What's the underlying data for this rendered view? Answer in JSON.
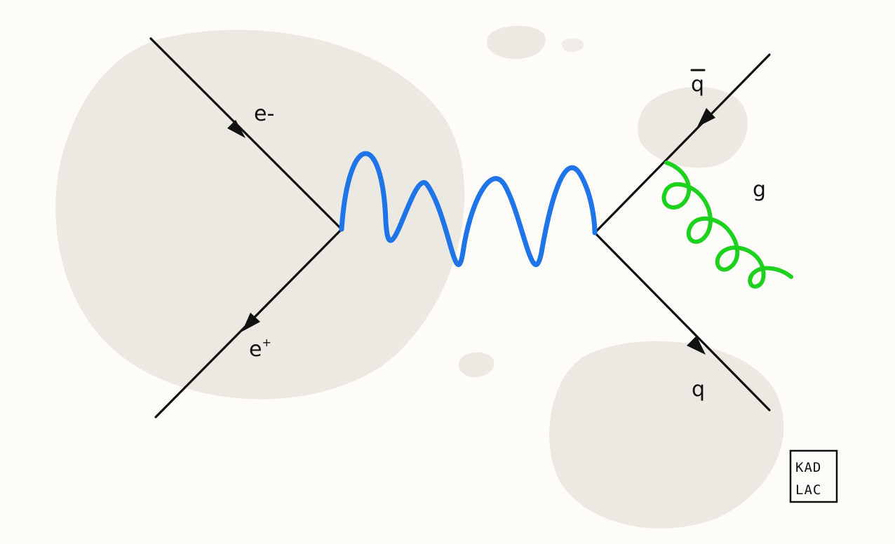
{
  "diagram": {
    "colors": {
      "background": "#fdfcf8",
      "blob": "#ece8e2",
      "fermion_line": "#111111",
      "photon": "#1f74e8",
      "gluon": "#1fd11f"
    },
    "particles": {
      "electron": {
        "symbol": "e",
        "charge": "-"
      },
      "positron": {
        "symbol": "e",
        "charge": "+"
      },
      "antiquark": {
        "symbol": "q"
      },
      "quark": {
        "symbol": "q"
      },
      "gluon": {
        "symbol": "g"
      }
    },
    "signature": {
      "line1": "KAD",
      "line2": "LAC"
    }
  }
}
